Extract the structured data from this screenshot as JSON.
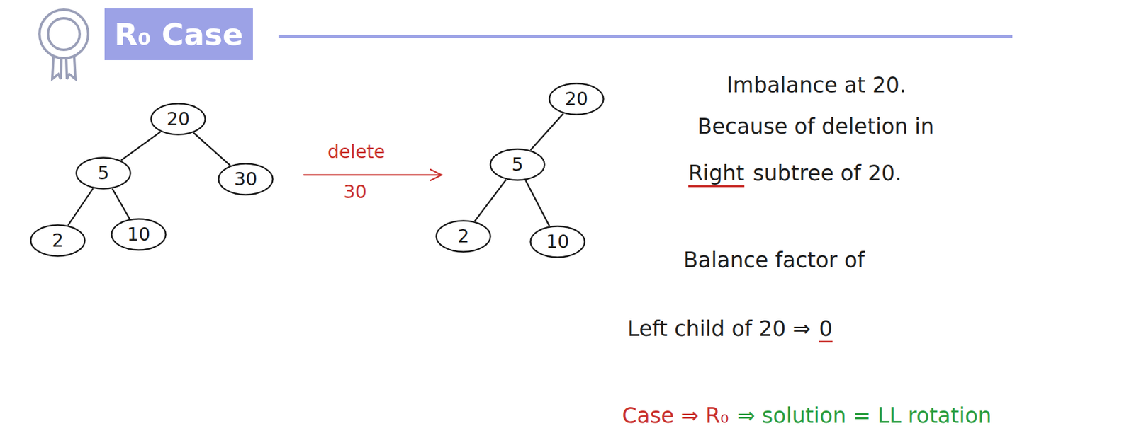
{
  "diagram": {
    "title": "R₀ Case",
    "nodes": [
      {
        "text": [
          "20"
        ]
      },
      {
        "text": [
          "5"
        ]
      },
      {
        "text": [
          "30"
        ]
      },
      {
        "text": [
          "2"
        ]
      },
      {
        "text": [
          "10"
        ]
      },
      {
        "text": [
          "20"
        ]
      },
      {
        "text": [
          "5"
        ]
      },
      {
        "text": [
          "2"
        ]
      },
      {
        "text": [
          "10"
        ]
      }
    ],
    "edges": [
      {
        "from": 0,
        "to": 1,
        "arrow": "none"
      },
      {
        "from": 0,
        "to": 2,
        "arrow": "none"
      },
      {
        "from": 1,
        "to": 3,
        "arrow": "none"
      },
      {
        "from": 1,
        "to": 4,
        "arrow": "none"
      },
      {
        "from": 5,
        "to": 6,
        "arrow": "none"
      },
      {
        "from": 6,
        "to": 7,
        "arrow": "none"
      },
      {
        "from": 6,
        "to": 8,
        "arrow": "none"
      }
    ],
    "labels": [
      "delete",
      "30",
      "Imbalance at 20.",
      "Because of deletion in",
      "Right",
      "subtree of 20.",
      "Balance factor of",
      "Left child of 20 ⇒",
      "0",
      "Case ⇒ R₀",
      "⇒ solution = LL rotation"
    ]
  }
}
